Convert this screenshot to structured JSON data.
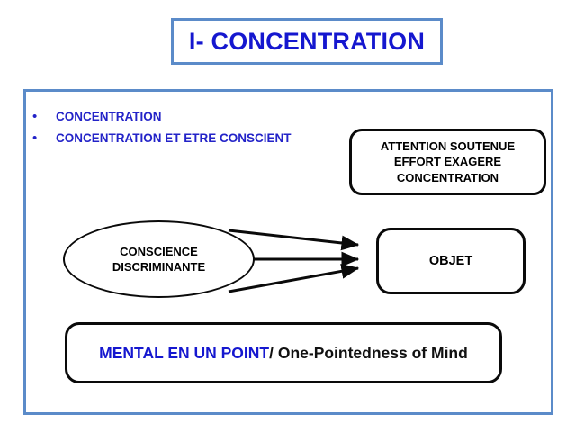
{
  "slide": {
    "title": "I- CONCENTRATION",
    "accent_blue": "#5B8BC9",
    "text_blue": "#1517CF",
    "outline_black": "#0a0a0a",
    "background": "#ffffff"
  },
  "bullets": [
    {
      "marker": "•",
      "label": "CONCENTRATION"
    },
    {
      "marker": "•",
      "label": "CONCENTRATION ET ETRE CONSCIENT"
    }
  ],
  "attention_box": {
    "line1": "ATTENTION SOUTENUE",
    "line2": "EFFORT EXAGERE",
    "line3": "CONCENTRATION"
  },
  "ellipse": {
    "line1": "CONSCIENCE",
    "line2": "DISCRIMINANTE"
  },
  "objet_box": {
    "label": "OBJET"
  },
  "mental_box": {
    "french": "MENTAL  EN UN POINT",
    "english": "/ One-Pointedness of Mind"
  },
  "arrows": {
    "count": 3,
    "from": "conscience-discriminante-ellipse",
    "to": "objet-box",
    "color": "#0a0a0a"
  }
}
